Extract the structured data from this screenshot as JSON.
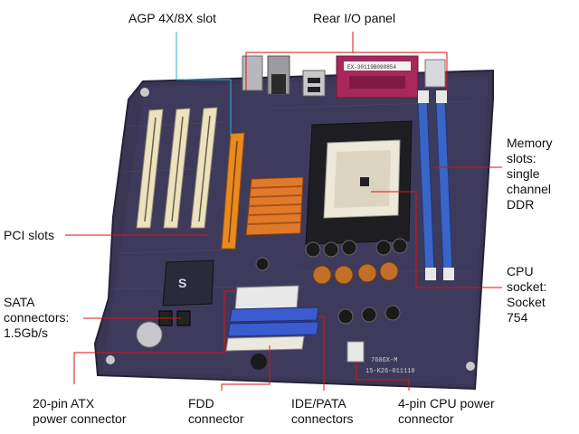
{
  "labels": {
    "agp": [
      "AGP 4X/8X slot"
    ],
    "rear_io": [
      "Rear I/O panel"
    ],
    "memory": [
      "Memory",
      "slots:",
      "single",
      "channel",
      "DDR"
    ],
    "pci": [
      "PCI slots"
    ],
    "cpu": [
      "CPU",
      "socket:",
      "Socket",
      "754"
    ],
    "sata": [
      "SATA",
      "connectors:",
      "1.5Gb/s"
    ],
    "atx": [
      "20-pin ATX",
      "power connector"
    ],
    "fdd": [
      "FDD",
      "connector"
    ],
    "ide": [
      "IDE/PATA",
      "connectors"
    ],
    "cpu_power": [
      "4-pin CPU power",
      "connector"
    ]
  },
  "board_text": {
    "chip_brand": "S",
    "model_serial": "15-K26-011110",
    "model_small": "760GX-M",
    "io_sticker": "EX-30119B090854"
  },
  "colors": {
    "pcb": "#3a3654",
    "agp_slot": "#e88a1e",
    "pci_slot": "#ece2c0",
    "dimm_slot": "#3a64c8",
    "ide_slot": "#3a5cd0",
    "callout_red": "#dd1111",
    "callout_cyan": "#2ab0d8",
    "heatsink": "#e07a28",
    "parallel_port": "#a8285a"
  }
}
